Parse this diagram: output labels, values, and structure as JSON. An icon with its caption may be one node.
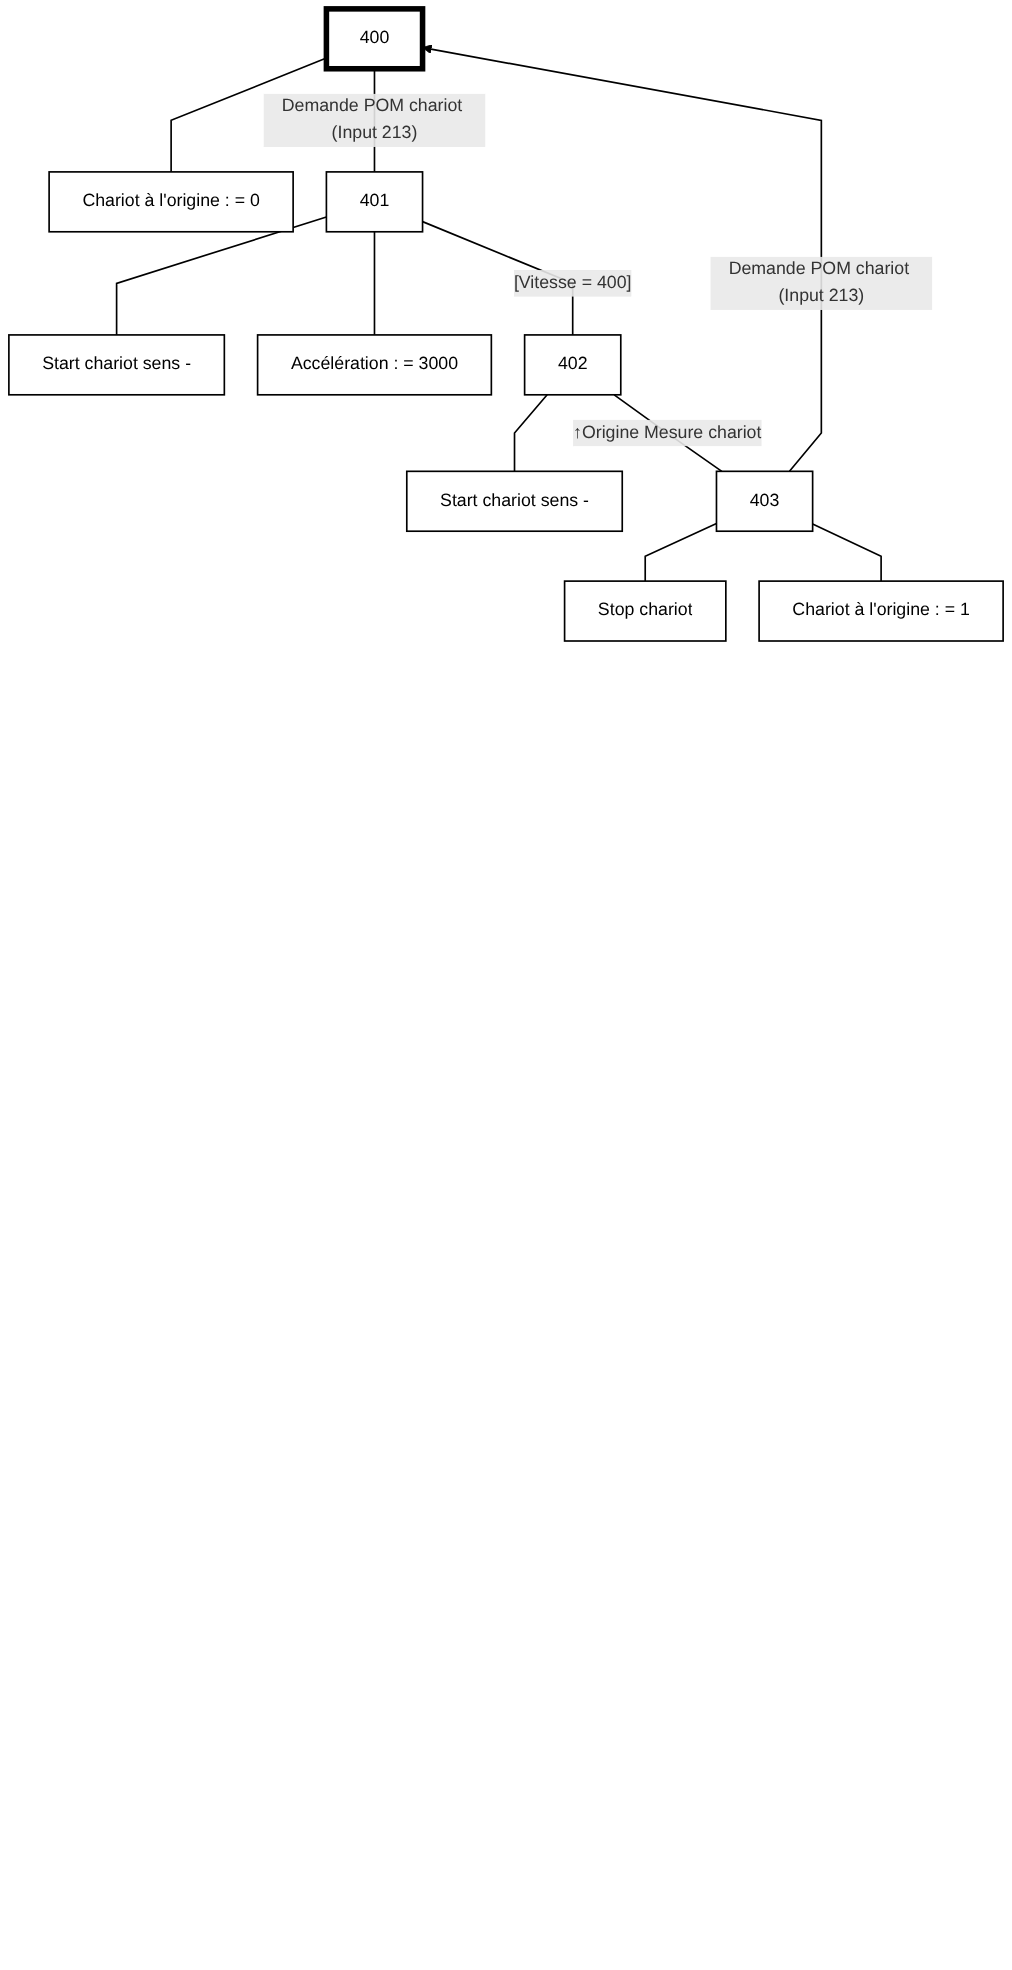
{
  "diagram": {
    "nodes": [
      {
        "text": [
          "400"
        ]
      },
      {
        "text": [
          "Chariot à l'origine : = 0"
        ]
      },
      {
        "text": [
          "401"
        ]
      },
      {
        "text": [
          "Start chariot sens -"
        ]
      },
      {
        "text": [
          "Accélération : = 3000"
        ]
      },
      {
        "text": [
          "402"
        ]
      },
      {
        "text": [
          "Start chariot sens -"
        ]
      },
      {
        "text": [
          "403"
        ]
      },
      {
        "text": [
          "Stop chariot"
        ]
      },
      {
        "text": [
          "Chariot à l'origine : = 1"
        ]
      }
    ],
    "edges": [
      {
        "from": 0,
        "to": 1,
        "arrow": "none"
      },
      {
        "from": 0,
        "to": 2,
        "arrow": "none",
        "label": "Demande POM chariot (Input 213)"
      },
      {
        "from": 2,
        "to": 3,
        "arrow": "none"
      },
      {
        "from": 2,
        "to": 4,
        "arrow": "none"
      },
      {
        "from": 2,
        "to": 5,
        "arrow": "none",
        "label": "[Vitesse = 400]"
      },
      {
        "from": 5,
        "to": 6,
        "arrow": "none"
      },
      {
        "from": 5,
        "to": 7,
        "arrow": "none",
        "label": "↑Origine Mesure chariot"
      },
      {
        "from": 7,
        "to": 8,
        "arrow": "none"
      },
      {
        "from": 7,
        "to": 9,
        "arrow": "none"
      },
      {
        "from": 7,
        "to": 0,
        "arrow": "to",
        "label": "Demande POM chariot (Input 213)"
      }
    ]
  }
}
